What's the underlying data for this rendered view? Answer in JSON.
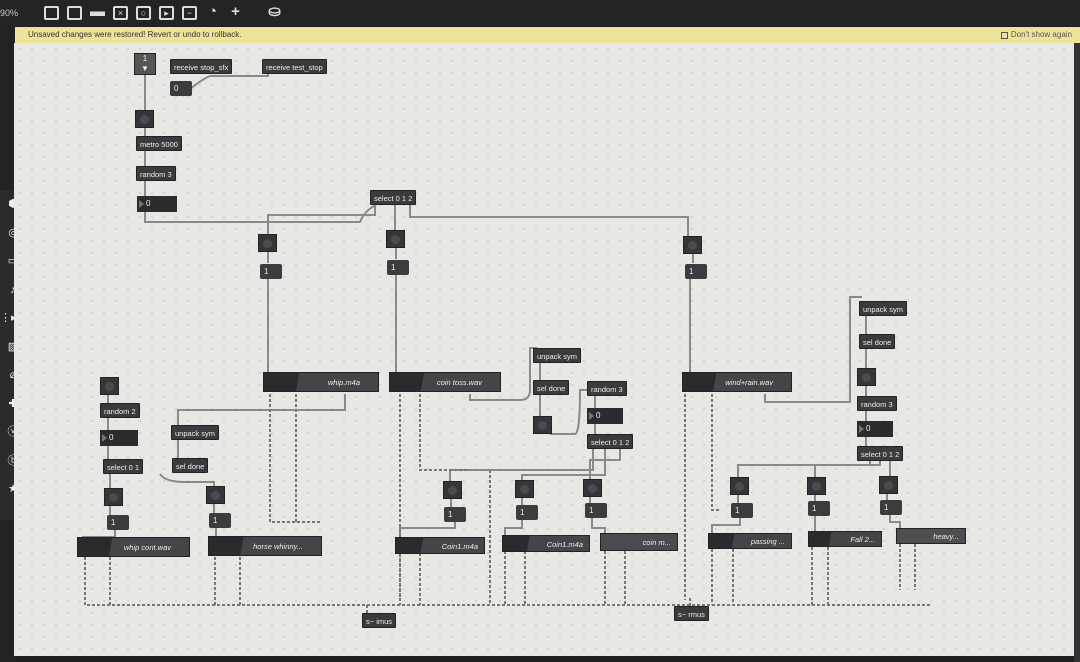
{
  "toolbar": {
    "zoom": "90%",
    "icons": [
      "patcher-icon",
      "presentation-icon",
      "comment-icon",
      "object-icon",
      "button-icon",
      "message-icon",
      "number-icon",
      "dial-icon",
      "add-icon",
      "paint-bucket-icon"
    ]
  },
  "banner": {
    "text": "Unsaved changes were restored! Revert or undo to rollback.",
    "dont_show": "Don't show again"
  },
  "sidebar": {
    "icons": [
      "package-icon",
      "target-icon",
      "device-icon",
      "music-icon",
      "media-icon",
      "image-icon",
      "clip-icon",
      "plugin-icon",
      "v-icon",
      "b-icon",
      "star-icon"
    ]
  },
  "patch": {
    "toggle_top": "1",
    "receive_stop": "receive stop_sfx",
    "receive_test": "receive test_stop",
    "msg_zero": "0",
    "metro": "metro 5000",
    "random3": "random 3",
    "num0": "0",
    "select012": "select 0 1 2",
    "one": "1",
    "whip": "whip.m4a",
    "coin_toss": "coin toss.wav",
    "wind": "wind+rain.wav",
    "unpack": "unpack sym",
    "sel_done": "sel done",
    "random2": "random 2",
    "select01": "select 0 1",
    "whip_cont": "whip cont.wav",
    "horse": "horse whinny...",
    "coin1a": "Coin1.m4a",
    "coin1b": "Coin1.m4a",
    "coin_m": "coin m...",
    "passing": "passing ...",
    "fall2": "Fall 2...",
    "heavy": "heavy...",
    "send_imus": "s~ imus",
    "send_rmus": "s~ rmus"
  }
}
